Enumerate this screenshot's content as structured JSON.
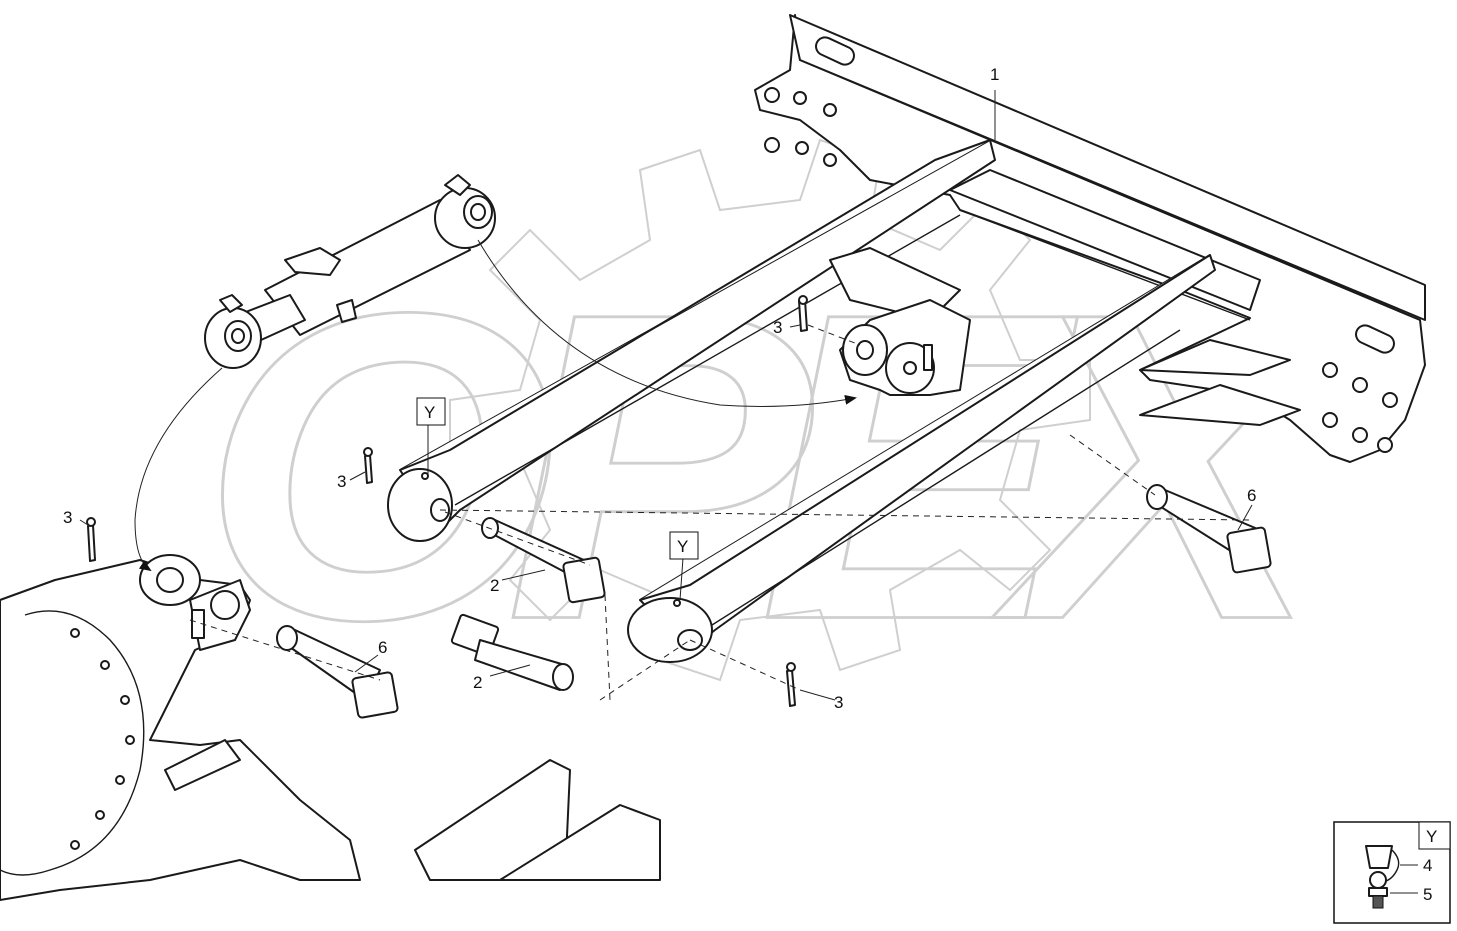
{
  "watermark": "OPEX",
  "callouts": {
    "frame": "1",
    "pin_short": "2",
    "pin_lower": "2",
    "cotter_top": "3",
    "cotter_mid": "3",
    "cotter_left": "3",
    "cotter_bottom": "3",
    "pin_long_right": "6",
    "pin_long_left": "6"
  },
  "detail_tags": {
    "arm_left": "Y",
    "arm_right": "Y"
  },
  "detail_box": {
    "tag": "Y",
    "item_grease_cap": "4",
    "item_nipple": "5"
  }
}
